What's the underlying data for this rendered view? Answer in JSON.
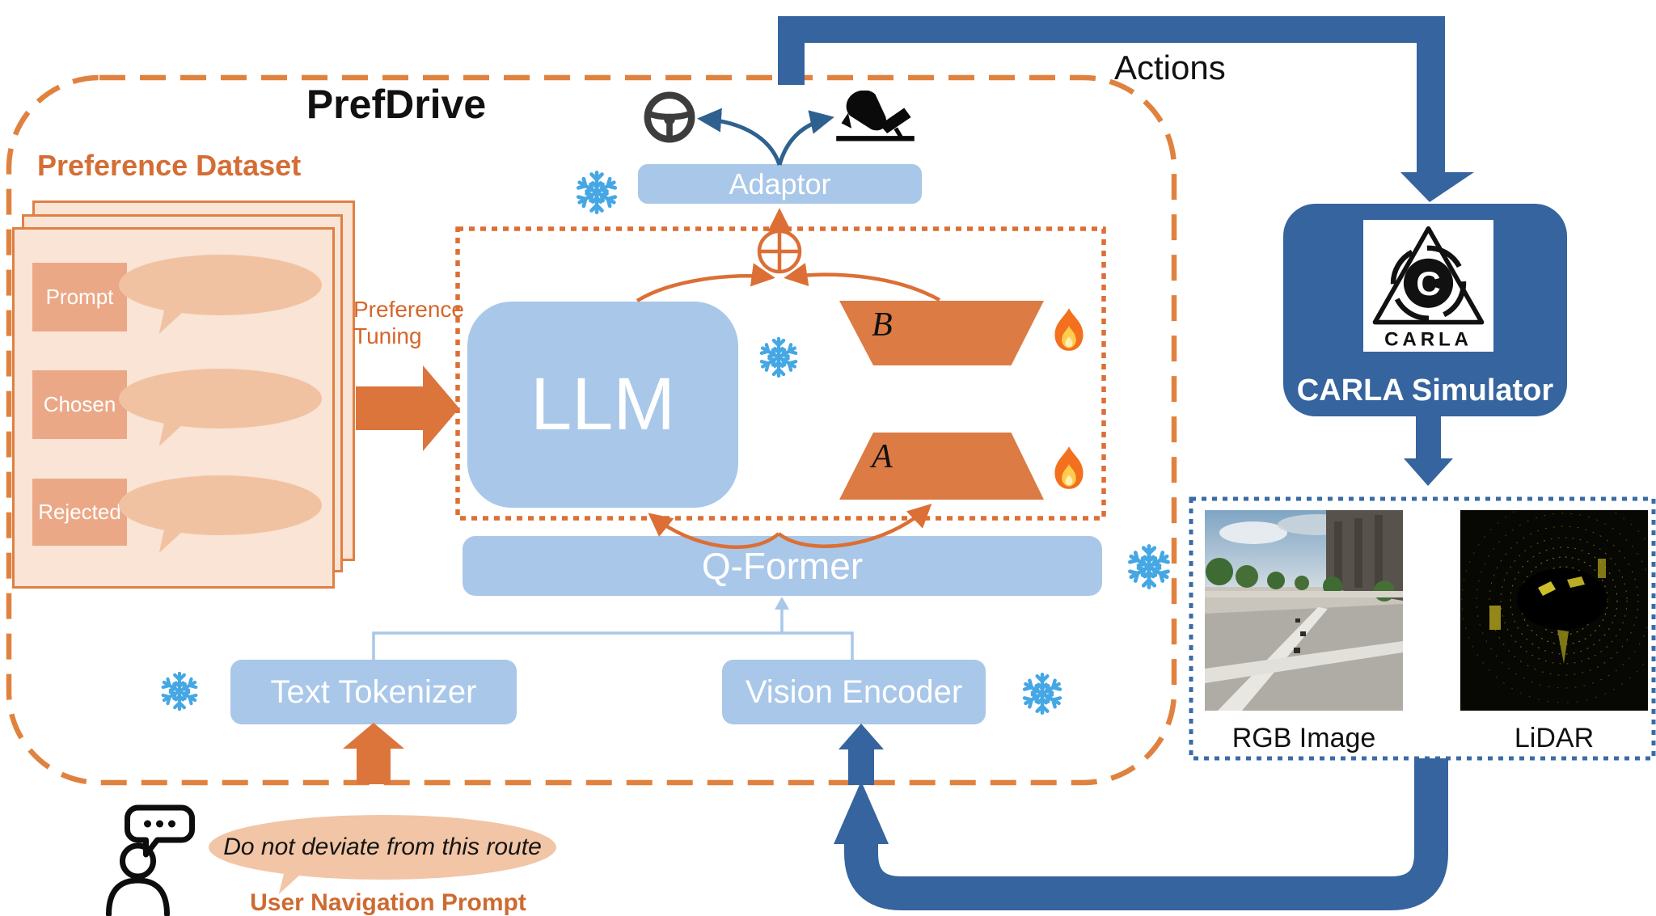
{
  "diagram": {
    "title": "PrefDrive",
    "actions_label": "Actions",
    "preference_dataset": {
      "heading": "Preference Dataset",
      "rows": [
        "Prompt",
        "Chosen",
        "Rejected"
      ]
    },
    "preference_tuning": {
      "line1": "Preference",
      "line2": "Tuning"
    },
    "model": {
      "llm": "LLM",
      "adaptor": "Adaptor",
      "q_former": "Q-Former",
      "text_tokenizer": "Text Tokenizer",
      "vision_encoder": "Vision Encoder",
      "lora_branch_b": "B",
      "lora_branch_a": "A"
    },
    "carla": {
      "logo_text": "CARLA",
      "title": "CARLA Simulator"
    },
    "sensor_panel": {
      "rgb_label": "RGB Image",
      "lidar_label": "LiDAR"
    },
    "user_prompt": {
      "bubble": "Do not deviate from this route",
      "caption": "User Navigation Prompt"
    }
  },
  "icons": [
    "snowflake-icon",
    "fire-icon",
    "steering-wheel-icon",
    "pedal-icon",
    "person-icon",
    "speech-bubble-icon",
    "carla-logo",
    "plus-circle-icon"
  ],
  "colors": {
    "orange": "#DC753B",
    "orange_border": "#E0823F",
    "trapezoid": "#DC7B44",
    "light_blue_box": "#A9C7E8",
    "dark_blue": "#35649E",
    "snowflake_blue": "#45A7E3",
    "card_bg": "#F9E4D5",
    "card_label": "#EBA887",
    "speech_peach": "#F2C5A6",
    "orange_text": "#D4662A"
  }
}
